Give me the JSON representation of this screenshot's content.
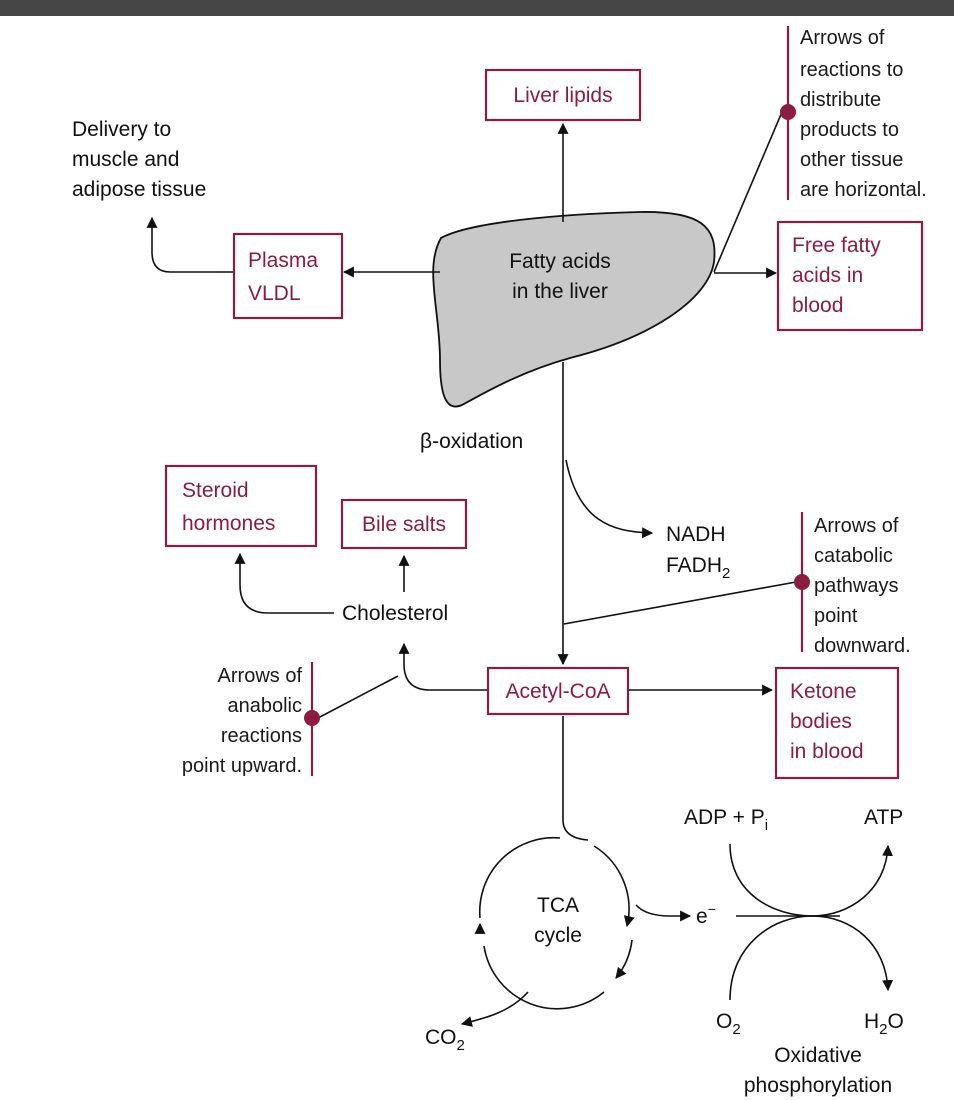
{
  "liver": {
    "line1": "Fatty acids",
    "line2": "in the liver"
  },
  "boxes": {
    "liver_lipids": "Liver lipids",
    "plasma_vldl": [
      "Plasma",
      "VLDL"
    ],
    "free_fatty_acids": [
      "Free fatty",
      "acids in",
      "blood"
    ],
    "steroid_hormones": [
      "Steroid",
      "hormones"
    ],
    "bile_salts": "Bile salts",
    "acetyl_coa": "Acetyl-CoA",
    "ketone_bodies": [
      "Ketone",
      "bodies",
      "in blood"
    ]
  },
  "labels": {
    "delivery": [
      "Delivery to",
      "muscle and",
      "adipose tissue"
    ],
    "beta_oxidation": "β-oxidation",
    "nadh": "NADH",
    "fadh2": "FADH",
    "fadh2_sub": "2",
    "cholesterol": "Cholesterol",
    "tca": [
      "TCA",
      "cycle"
    ],
    "co2": "CO",
    "co2_sub": "2",
    "electron": "e",
    "electron_sup": "−",
    "adp_pi": "ADP + P",
    "adp_pi_sub": "i",
    "atp": "ATP",
    "o2": "O",
    "o2_sub": "2",
    "h2o_h": "H",
    "h2o_sub": "2",
    "h2o_o": "O",
    "oxphos": [
      "Oxidative",
      "phosphorylation"
    ]
  },
  "notes": {
    "horizontal": [
      "Arrows of",
      "reactions to",
      "distribute",
      "products to",
      "other tissue",
      "are horizontal."
    ],
    "catabolic": [
      "Arrows of",
      "catabolic",
      "pathways",
      "point",
      "downward."
    ],
    "anabolic": [
      "Arrows of",
      "anabolic",
      "reactions",
      "point upward."
    ]
  },
  "colors": {
    "accent": "#8c1d40",
    "liver_fill": "#c8c8c8",
    "top_bar": "#454545"
  }
}
